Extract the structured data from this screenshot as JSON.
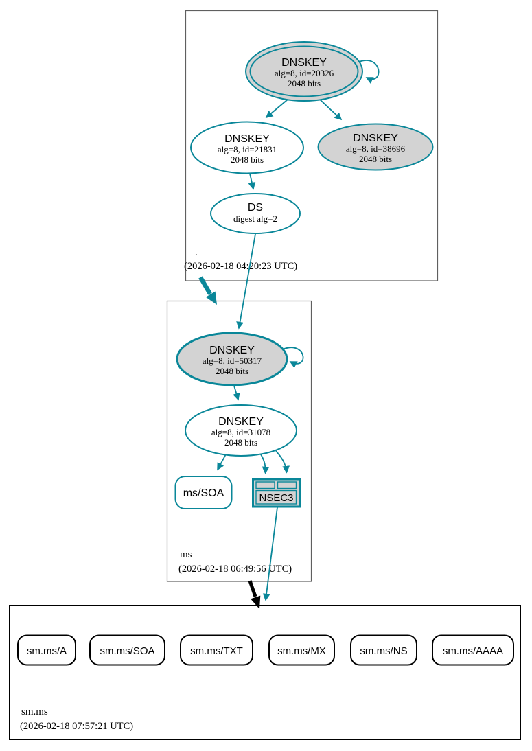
{
  "colors": {
    "edge_secure_teal": "#0a8799",
    "node_fill_gray": "#d3d3d3",
    "node_fill_white": "#ffffff",
    "zone_border_gray": "#5f5f5f",
    "zone_border_black": "#000000"
  },
  "zones": {
    "root": {
      "name": ".",
      "analysis_time": "(2026-02-18 04:20:23 UTC)",
      "ksk": {
        "title": "DNSKEY",
        "alg": "alg=8, id=20326",
        "bits": "2048 bits"
      },
      "zsk": {
        "title": "DNSKEY",
        "alg": "alg=8, id=21831",
        "bits": "2048 bits"
      },
      "key2": {
        "title": "DNSKEY",
        "alg": "alg=8, id=38696",
        "bits": "2048 bits"
      },
      "ds": {
        "title": "DS",
        "digest": "digest alg=2"
      }
    },
    "ms": {
      "name": "ms",
      "analysis_time": "(2026-02-18 06:49:56 UTC)",
      "ksk": {
        "title": "DNSKEY",
        "alg": "alg=8, id=50317",
        "bits": "2048 bits"
      },
      "zsk": {
        "title": "DNSKEY",
        "alg": "alg=8, id=31078",
        "bits": "2048 bits"
      },
      "soa": {
        "label": "ms/SOA"
      },
      "nsec3": {
        "label": "NSEC3"
      }
    },
    "sm_ms": {
      "name": "sm.ms",
      "analysis_time": "(2026-02-18 07:57:21 UTC)",
      "rrsets": [
        {
          "label": "sm.ms/A"
        },
        {
          "label": "sm.ms/SOA"
        },
        {
          "label": "sm.ms/TXT"
        },
        {
          "label": "sm.ms/MX"
        },
        {
          "label": "sm.ms/NS"
        },
        {
          "label": "sm.ms/AAAA"
        }
      ]
    }
  }
}
